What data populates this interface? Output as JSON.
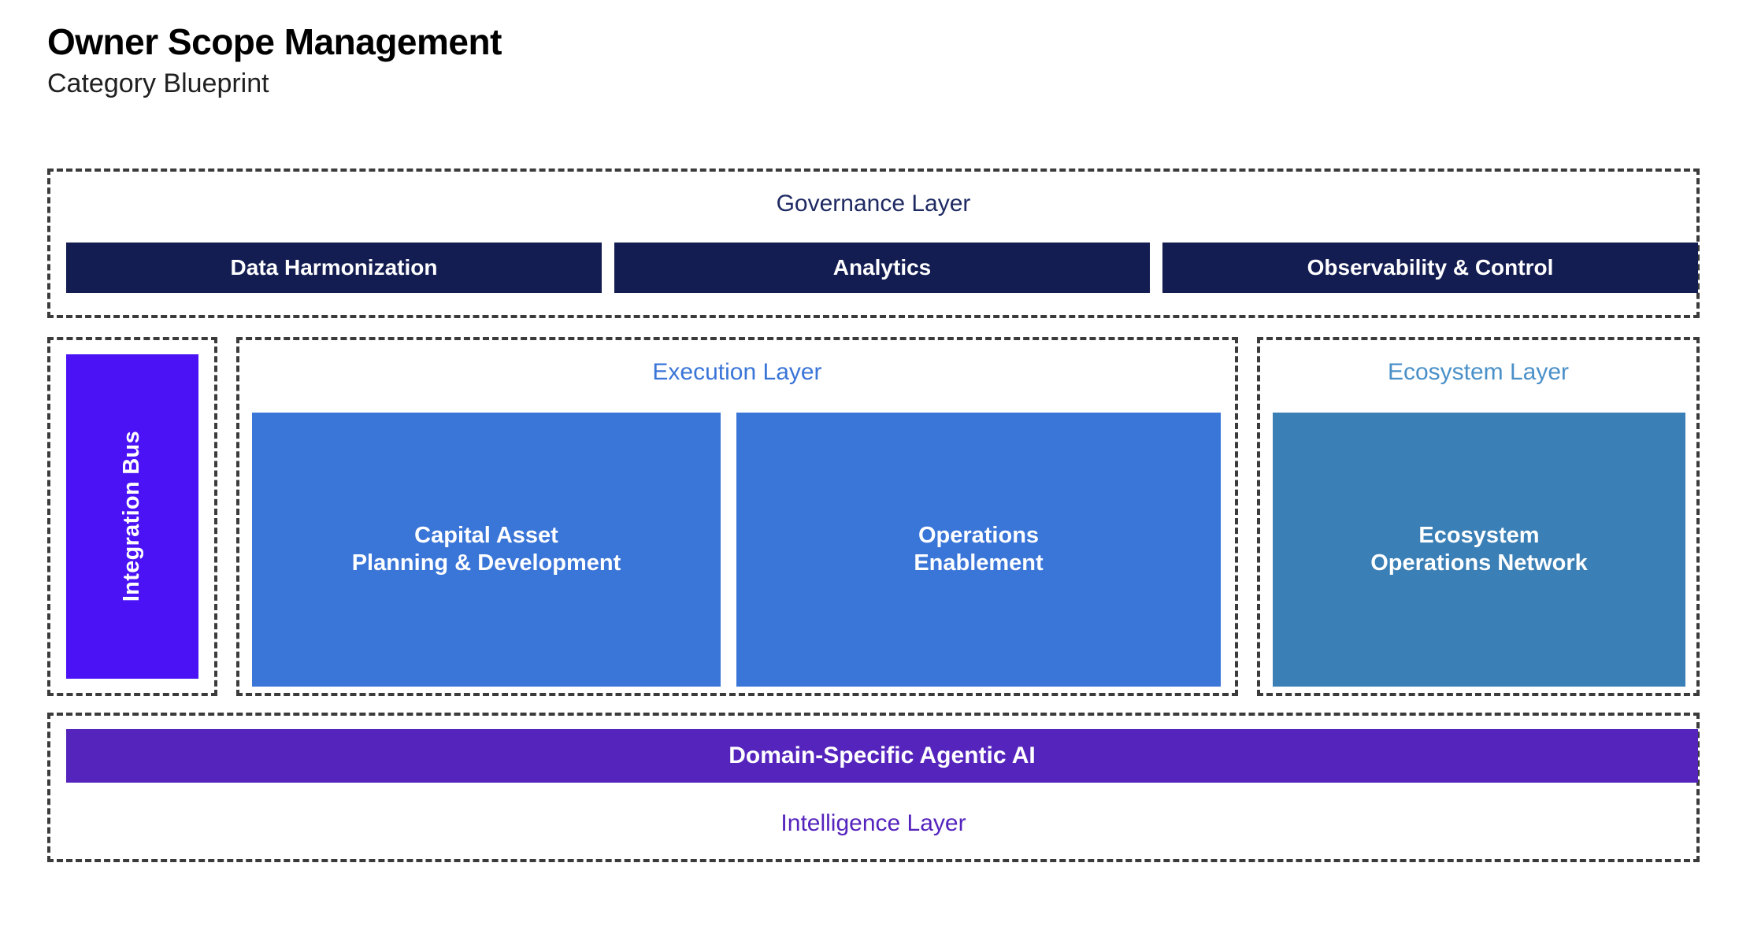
{
  "header": {
    "title": "Owner Scope Management",
    "subtitle": "Category Blueprint"
  },
  "governance_layer": {
    "caption": "Governance Layer",
    "caption_color": "#1f2a63",
    "blocks": [
      {
        "label": "Data Harmonization",
        "color": "#141d52"
      },
      {
        "label": "Analytics",
        "color": "#141d52"
      },
      {
        "label": "Observability & Control",
        "color": "#141d52"
      }
    ]
  },
  "integration_bus": {
    "label": "Integration Bus",
    "color": "#4a12f5"
  },
  "execution_layer": {
    "caption": "Execution Layer",
    "caption_color": "#3a75d8",
    "blocks": [
      {
        "label": "Capital Asset\nPlanning & Development",
        "color": "#3a75d8"
      },
      {
        "label": "Operations\nEnablement",
        "color": "#3a75d8"
      }
    ]
  },
  "ecosystem_layer": {
    "caption": "Ecosystem Layer",
    "caption_color": "#4a90c8",
    "blocks": [
      {
        "label": "Ecosystem\nOperations Network",
        "color": "#3a7fb5"
      }
    ]
  },
  "intelligence_layer": {
    "caption": "Intelligence Layer",
    "caption_color": "#5524bd",
    "blocks": [
      {
        "label": "Domain-Specific Agentic AI",
        "color": "#5524bd"
      }
    ]
  }
}
